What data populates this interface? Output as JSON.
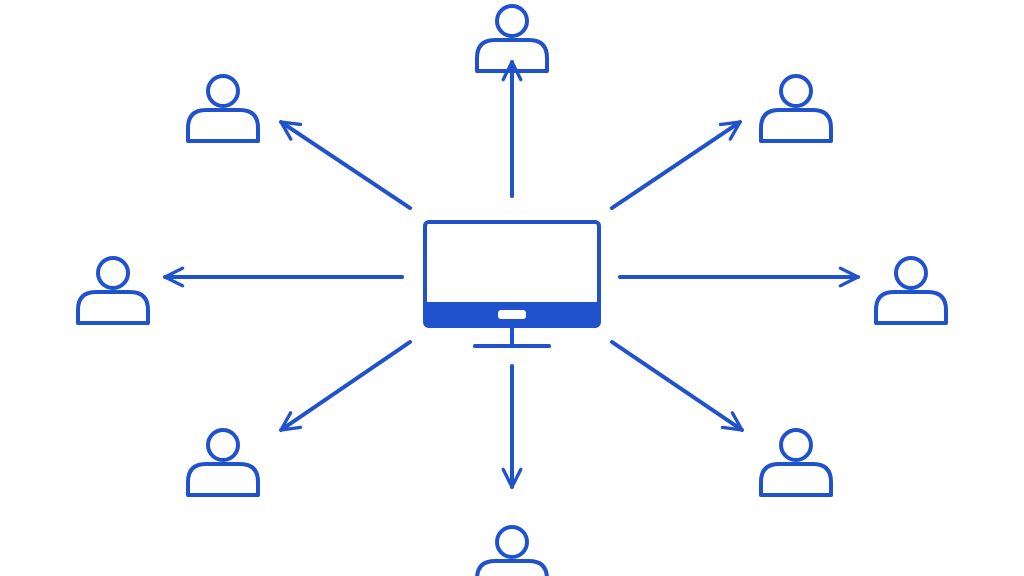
{
  "diagram": {
    "type": "hub-and-spoke",
    "hub": {
      "icon": "monitor-icon"
    },
    "nodes": [
      {
        "id": "top",
        "icon": "user-icon"
      },
      {
        "id": "top-right",
        "icon": "user-icon"
      },
      {
        "id": "right",
        "icon": "user-icon"
      },
      {
        "id": "bottom-right",
        "icon": "user-icon"
      },
      {
        "id": "bottom",
        "icon": "user-icon"
      },
      {
        "id": "bottom-left",
        "icon": "user-icon"
      },
      {
        "id": "left",
        "icon": "user-icon"
      },
      {
        "id": "top-left",
        "icon": "user-icon"
      }
    ],
    "edges": [
      {
        "from": "hub",
        "to": "top",
        "arrow": "end"
      },
      {
        "from": "hub",
        "to": "top-right",
        "arrow": "end"
      },
      {
        "from": "hub",
        "to": "right",
        "arrow": "end"
      },
      {
        "from": "hub",
        "to": "bottom-right",
        "arrow": "end"
      },
      {
        "from": "hub",
        "to": "bottom",
        "arrow": "end"
      },
      {
        "from": "hub",
        "to": "bottom-left",
        "arrow": "end"
      },
      {
        "from": "hub",
        "to": "left",
        "arrow": "end"
      },
      {
        "from": "hub",
        "to": "top-left",
        "arrow": "end"
      }
    ]
  },
  "colors": {
    "accent": "#1f52cc",
    "background": "#ffffff"
  }
}
